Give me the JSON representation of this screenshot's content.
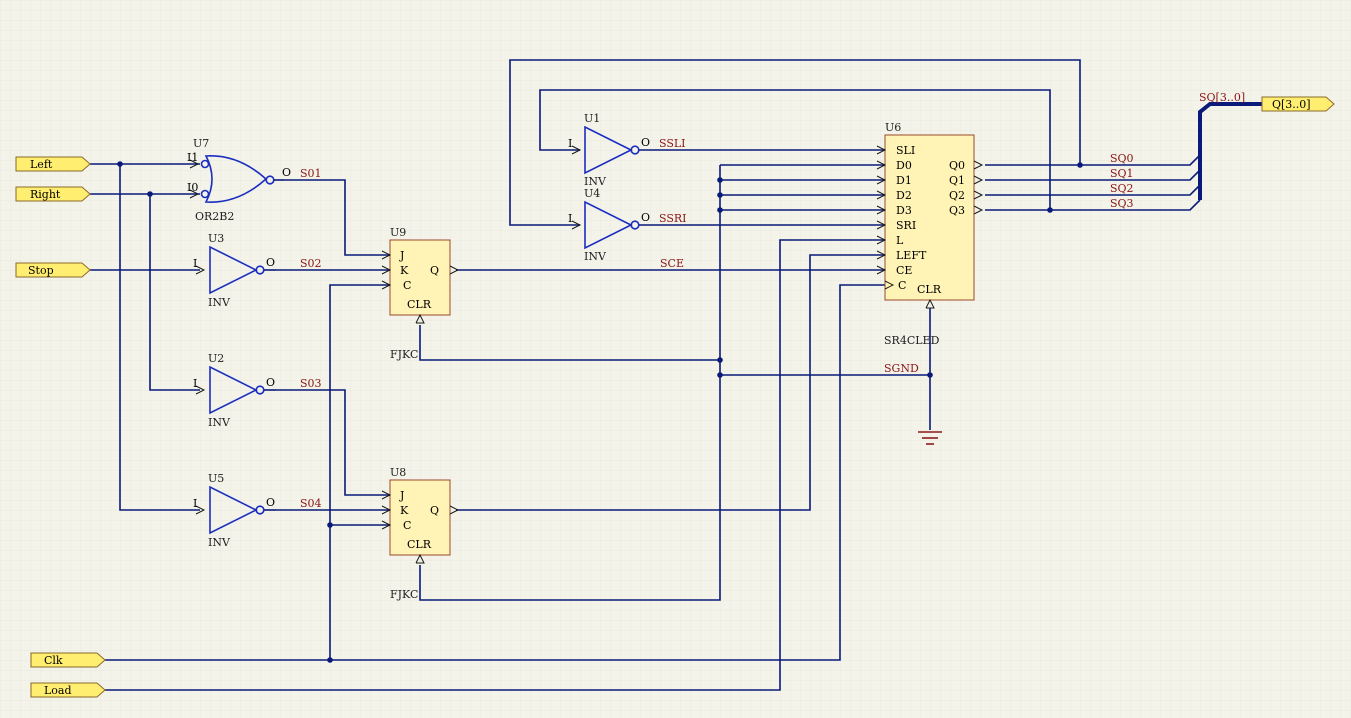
{
  "input_ports": [
    {
      "label": "Left"
    },
    {
      "label": "Right"
    },
    {
      "label": "Stop"
    },
    {
      "label": "Clk"
    },
    {
      "label": "Load"
    }
  ],
  "output_port": {
    "label": "Q[3..0]"
  },
  "bus_label": "SQ[3..0]",
  "gates": {
    "u7": {
      "designator": "U7",
      "type": "OR2B2",
      "pin_a": "I1",
      "pin_b": "I0",
      "pin_out": "O"
    },
    "u3": {
      "designator": "U3",
      "type": "INV",
      "pin_in": "I",
      "pin_out": "O"
    },
    "u2": {
      "designator": "U2",
      "type": "INV",
      "pin_in": "I",
      "pin_out": "O"
    },
    "u5": {
      "designator": "U5",
      "type": "INV",
      "pin_in": "I",
      "pin_out": "O"
    },
    "u1": {
      "designator": "U1",
      "type": "INV",
      "pin_in": "I",
      "pin_out": "O"
    },
    "u4": {
      "designator": "U4",
      "type": "INV",
      "pin_in": "I",
      "pin_out": "O"
    }
  },
  "flipflops": {
    "u9": {
      "designator": "U9",
      "type": "FJKC",
      "pins": [
        "J",
        "K",
        "C",
        "Q",
        "CLR"
      ]
    },
    "u8": {
      "designator": "U8",
      "type": "FJKC",
      "pins": [
        "J",
        "K",
        "C",
        "Q",
        "CLR"
      ]
    }
  },
  "shift_register": {
    "designator": "U6",
    "type": "SR4CLED",
    "left_pins": [
      "SLI",
      "D0",
      "D1",
      "D2",
      "D3",
      "SRI",
      "L",
      "LEFT",
      "CE",
      "C"
    ],
    "right_pins": [
      "Q0",
      "Q1",
      "Q2",
      "Q3"
    ],
    "bottom_pin": "CLR"
  },
  "nets": {
    "s01": "S01",
    "s02": "S02",
    "s03": "S03",
    "s04": "S04",
    "sce": "SCE",
    "ssli": "SSLI",
    "ssri": "SSRI",
    "sgnd": "SGND",
    "sq0": "SQ0",
    "sq1": "SQ1",
    "sq2": "SQ2",
    "sq3": "SQ3"
  },
  "colors": {
    "wire": "#0a1a7a",
    "gate": "#1b2dbf",
    "component_fill": "#fff4b5",
    "net_label": "#8b1515",
    "port_fill": "#ffee70",
    "background": "#f3f3ea"
  }
}
